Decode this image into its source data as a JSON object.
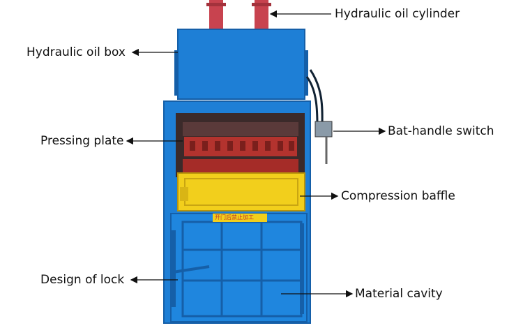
{
  "labels": {
    "cylinder": "Hydraulic oil cylinder",
    "oil_box": "Hydraulic oil box",
    "pressing_plate": "Pressing plate",
    "switch": "Bat-handle switch",
    "baffle": "Compression baffle",
    "lock": "Design of lock",
    "cavity": "Material cavity"
  },
  "sign_text": "开门后禁止加工",
  "colors": {
    "body": "#1e7fd6",
    "dark_blue": "#155fa8",
    "cylinder": "#c8434f",
    "baffle": "#f2cf1c",
    "plate": "#b3332e"
  }
}
